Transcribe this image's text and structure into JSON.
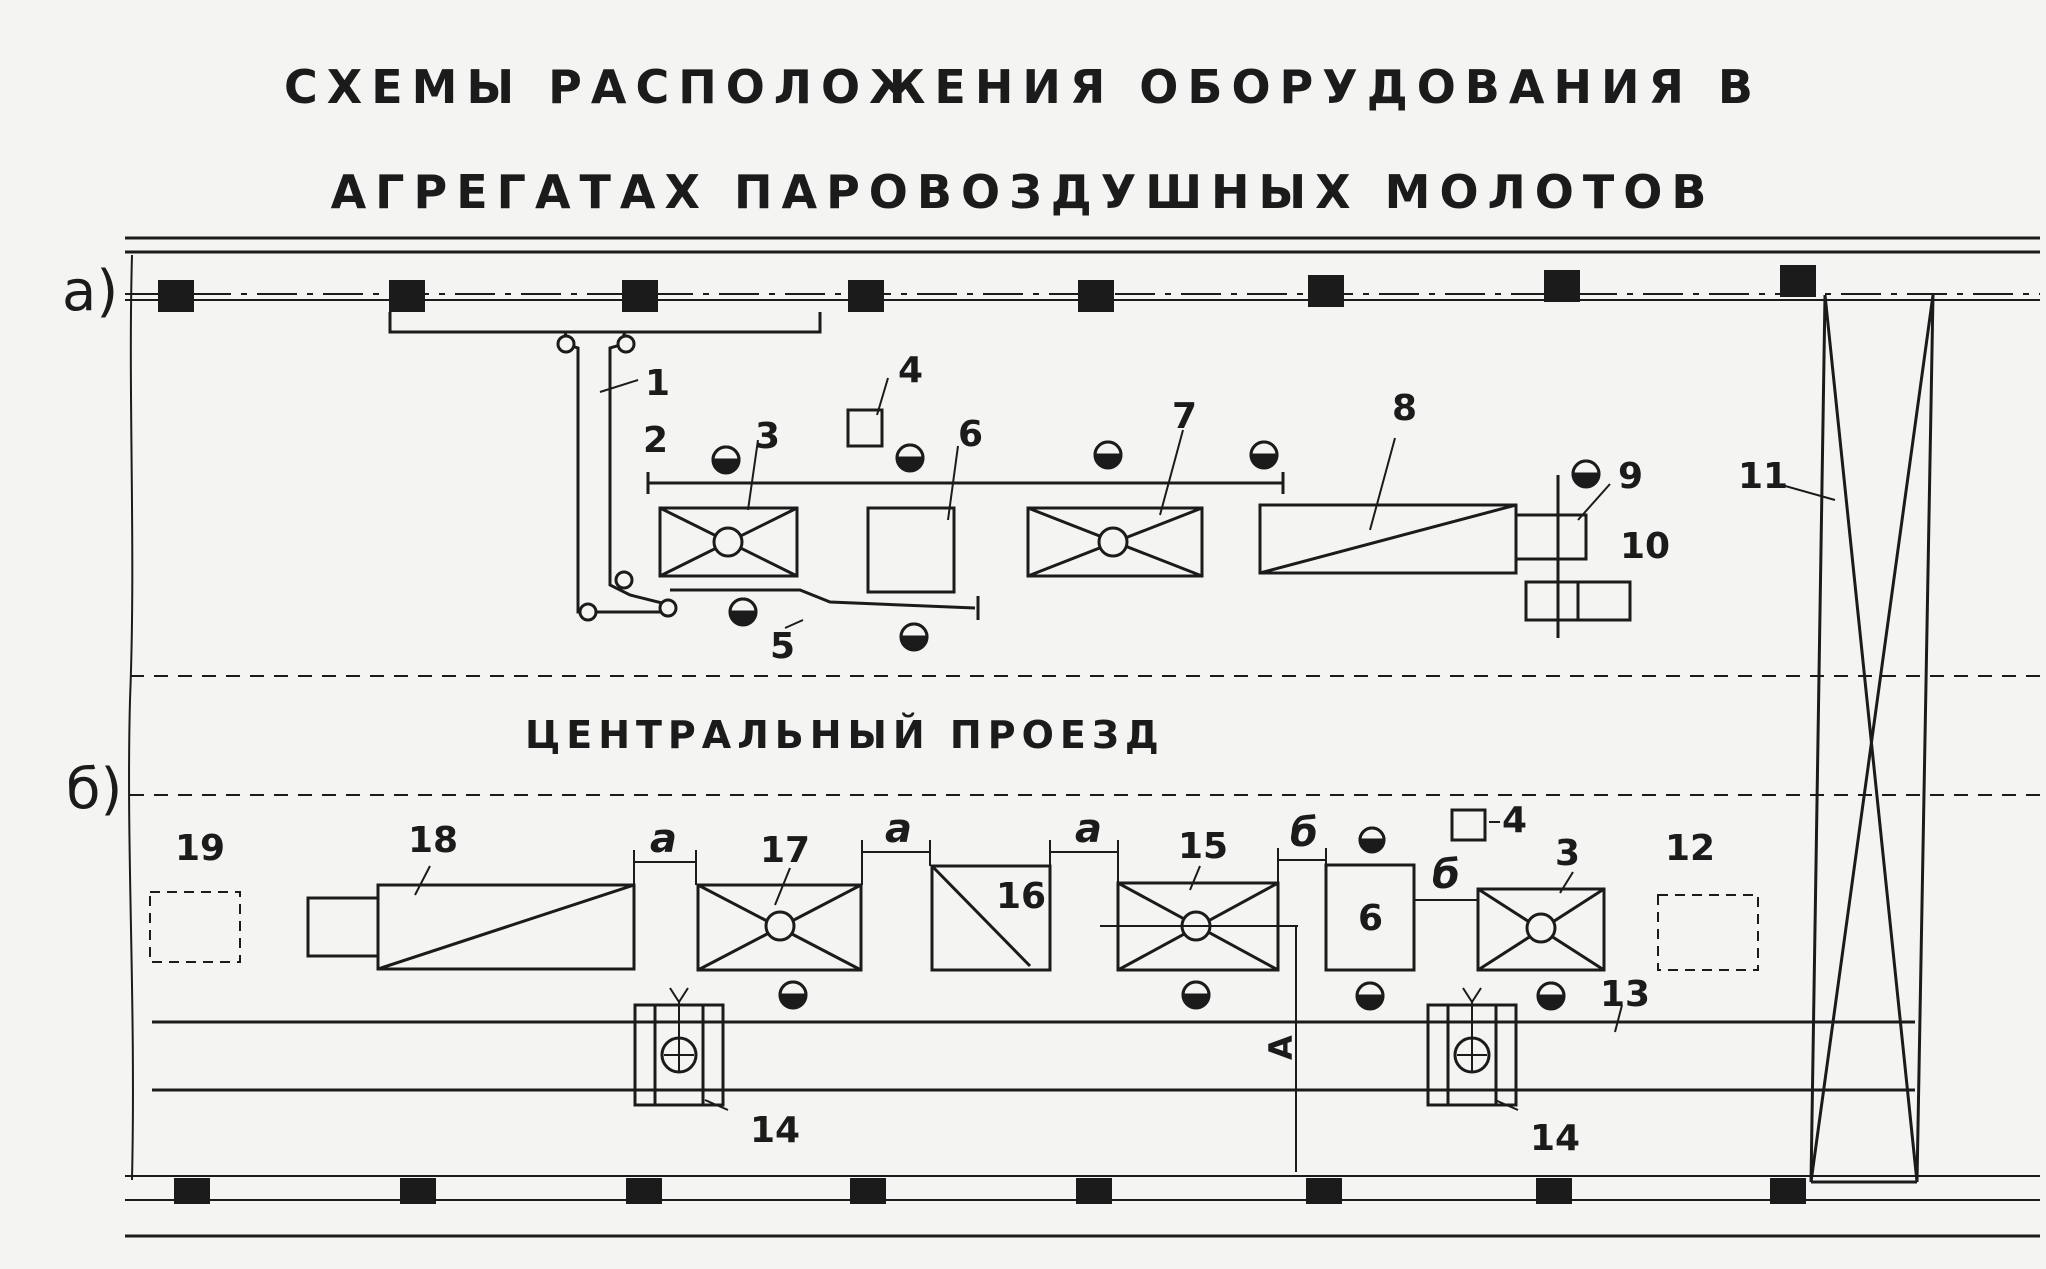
{
  "title": {
    "line1": "СХЕМЫ  РАСПОЛОЖЕНИЯ  ОБОРУДОВАНИЯ  В",
    "line2": "АГРЕГАТАХ  ПАРОВОЗДУШНЫХ  МОЛОТОВ"
  },
  "scheme_a": {
    "label": "а)",
    "numbers": {
      "n1": "1",
      "n2": "2",
      "n3": "3",
      "n4": "4",
      "n5": "5",
      "n6": "6",
      "n7": "7",
      "n8": "8",
      "n9": "9",
      "n10": "10",
      "n11": "11"
    }
  },
  "central_passage": "ЦЕНТРАЛЬНЫЙ  ПРОЕЗД",
  "scheme_b": {
    "label": "б)",
    "numbers": {
      "n19": "19",
      "n18": "18",
      "n17": "17",
      "n16": "16",
      "n15": "15",
      "n4": "4",
      "n3": "3",
      "n12": "12",
      "n13": "13",
      "n14_left": "14",
      "n14_right": "14",
      "box6": "6"
    },
    "clearances": {
      "a1": "а",
      "a2": "а",
      "a3": "а",
      "b1": "б",
      "b2": "б"
    },
    "dimension": "А"
  },
  "colors": {
    "ink": "#1b1b1b",
    "paper": "#f4f4f2"
  }
}
